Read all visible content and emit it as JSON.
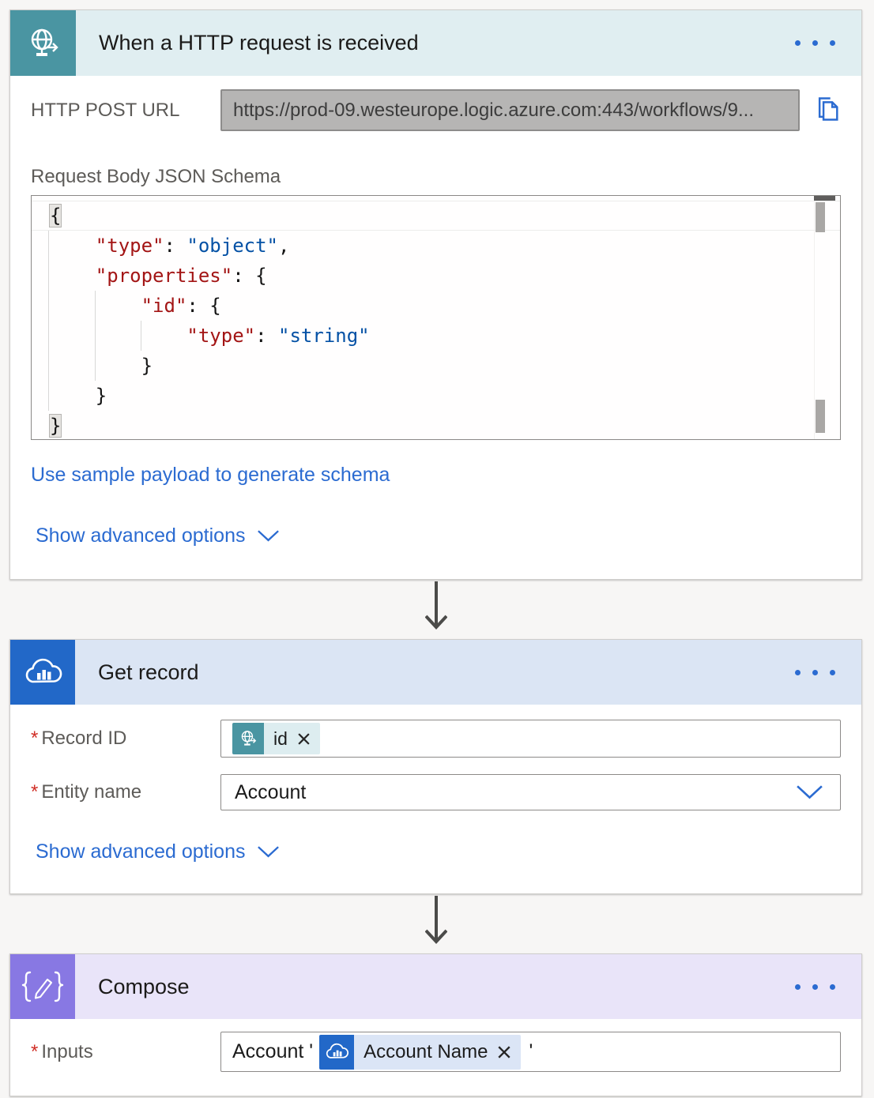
{
  "ui": {
    "required_marker": "*"
  },
  "colors": {
    "trigger_accent": "#4a95a2",
    "trigger_tint": "#e0eef1",
    "record_accent": "#2268c8",
    "record_tint": "#dbe5f4",
    "compose_accent": "#8878e3",
    "compose_tint": "#e9e4f9",
    "link_blue": "#2b6bd1",
    "code_key": "#a31515",
    "code_string": "#0451a5"
  },
  "trigger": {
    "title": "When a HTTP request is received",
    "http_post_url_label": "HTTP POST URL",
    "http_post_url_value": "https://prod-09.westeurope.logic.azure.com:443/workflows/9...",
    "schema_label": "Request Body JSON Schema",
    "code_lines": [
      [
        {
          "type": "punct",
          "text": "{",
          "match": true
        }
      ],
      [
        {
          "type": "punct",
          "text": "    "
        },
        {
          "type": "key",
          "text": "\"type\""
        },
        {
          "type": "punct",
          "text": ": "
        },
        {
          "type": "str",
          "text": "\"object\""
        },
        {
          "type": "punct",
          "text": ","
        }
      ],
      [
        {
          "type": "punct",
          "text": "    "
        },
        {
          "type": "key",
          "text": "\"properties\""
        },
        {
          "type": "punct",
          "text": ": {"
        }
      ],
      [
        {
          "type": "punct",
          "text": "        "
        },
        {
          "type": "key",
          "text": "\"id\""
        },
        {
          "type": "punct",
          "text": ": {"
        }
      ],
      [
        {
          "type": "punct",
          "text": "            "
        },
        {
          "type": "key",
          "text": "\"type\""
        },
        {
          "type": "punct",
          "text": ": "
        },
        {
          "type": "str",
          "text": "\"string\""
        }
      ],
      [
        {
          "type": "punct",
          "text": "        }"
        }
      ],
      [
        {
          "type": "punct",
          "text": "    }"
        }
      ],
      [
        {
          "type": "punct",
          "text": "}",
          "match": true
        }
      ]
    ],
    "sample_payload_link": "Use sample payload to generate schema",
    "show_advanced_label": "Show advanced options"
  },
  "get_record": {
    "title": "Get record",
    "record_id_label": "Record ID",
    "record_id_token": "id",
    "entity_name_label": "Entity name",
    "entity_name_value": "Account",
    "show_advanced_label": "Show advanced options"
  },
  "compose": {
    "title": "Compose",
    "inputs_label": "Inputs",
    "inputs_text_before": "Account '",
    "inputs_token": "Account Name",
    "inputs_text_after": "'"
  }
}
